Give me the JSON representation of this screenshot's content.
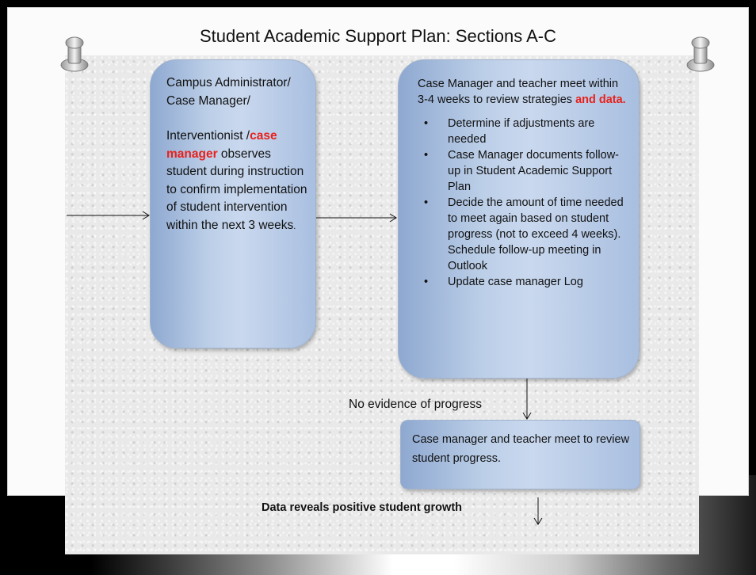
{
  "title": "Student Academic Support Plan:  Sections A-C",
  "box1": {
    "line1": "Campus Administrator/ Case Manager/",
    "line2_prefix": "Interventionist /",
    "line2_red": "case manager",
    "line2_suffix": " observes student during instruction to confirm implementation of student intervention within the next 3 weeks",
    "line2_end": "."
  },
  "box2": {
    "intro": "Case Manager and teacher meet within 3-4 weeks to review strategies ",
    "intro_red": "and data.",
    "bullets": [
      "Determine if adjustments are needed",
      "Case Manager documents follow-up in Student Academic  Support Plan",
      "Decide the amount of time needed to meet again based on student progress (not to exceed 4 weeks). Schedule follow-up meeting in Outlook",
      "Update case manager Log"
    ],
    "bullet_glyph": "•"
  },
  "box3": {
    "text": "Case manager and teacher meet to review student progress."
  },
  "labels": {
    "no_progress": "No evidence of progress",
    "positive_growth": "Data reveals positive student growth"
  }
}
